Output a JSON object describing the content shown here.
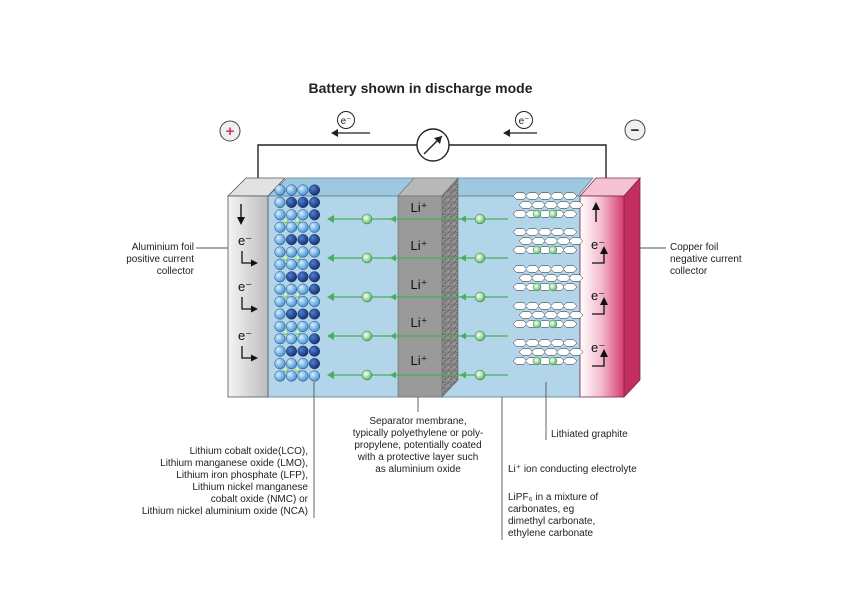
{
  "title": "Battery shown in discharge mode",
  "electron_symbol": "e⁻",
  "terminal_positive": "+",
  "terminal_negative": "−",
  "ion_label": "Li⁺",
  "labels": {
    "aluminium_foil": [
      "Aluminium foil",
      "positive current",
      "collector"
    ],
    "copper_foil": [
      "Copper foil",
      "negative current",
      "collector"
    ],
    "cathode_materials": [
      "Lithium cobalt oxide(LCO),",
      "Lithium manganese oxide (LMO),",
      "Lithium iron phosphate (LFP),",
      "Lithium nickel manganese",
      "cobalt oxide (NMC) or",
      "Lithium nickel aluminium oxide (NCA)"
    ],
    "separator": [
      "Separator membrane,",
      "typically polyethylene or poly-",
      "propylene, potentially coated",
      "with a protective layer such",
      "as aluminium oxide"
    ],
    "lithiated_graphite": "Lithiated graphite",
    "electrolyte_title": "Li⁺ ion conducting electrolyte",
    "electrolyte_desc": [
      "LiPF₆ in a mixture of",
      "carbonates, eg",
      "dimethyl carbonate,",
      "ethylene carbonate"
    ]
  },
  "colors": {
    "electrolyte": "#b3d5ea",
    "separator": "#9a9a9a",
    "copper_foil": "#d63b6f",
    "aluminium_foil": "#c8c8c8",
    "ion": "#7fcf86",
    "ion_arrow": "#48b05a",
    "cathode_dark": "#1e3f8f",
    "cathode_light": "#52a9e0",
    "terminal_positive": "#d23a5a"
  }
}
